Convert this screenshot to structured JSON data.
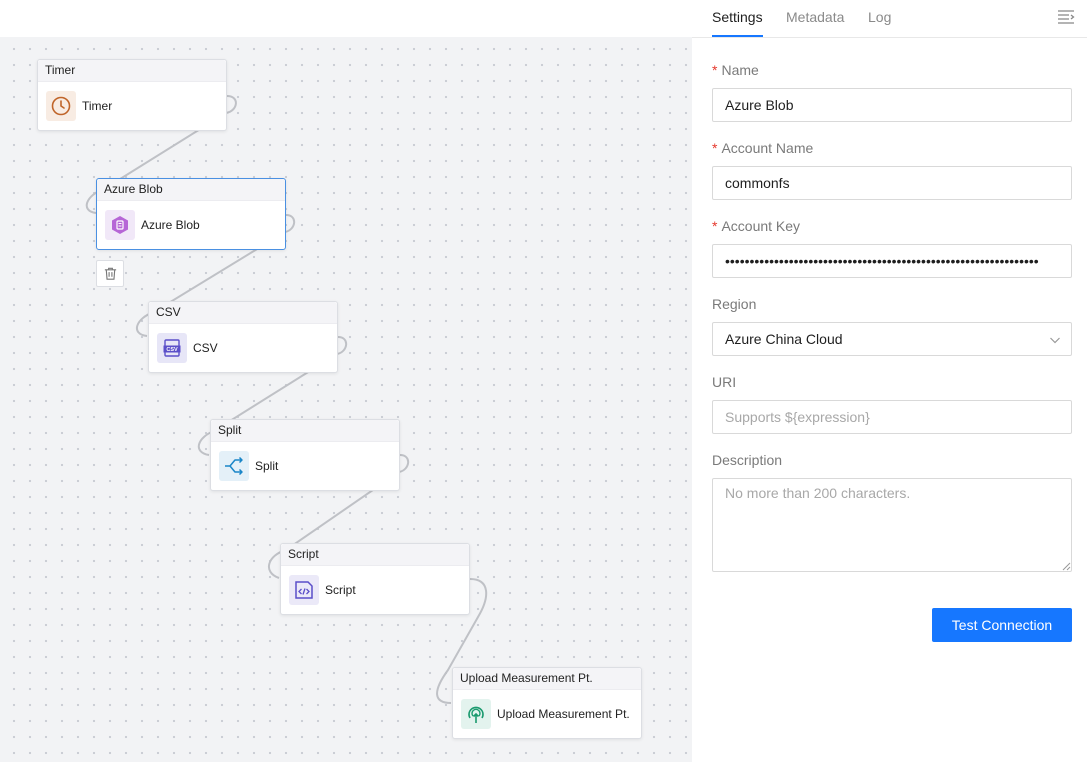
{
  "flow": {
    "nodes": [
      {
        "title": "Timer",
        "label": "Timer",
        "icon": "clock-icon"
      },
      {
        "title": "Azure Blob",
        "label": "Azure Blob",
        "icon": "azure-blob-icon"
      },
      {
        "title": "CSV",
        "label": "CSV",
        "icon": "csv-icon"
      },
      {
        "title": "Split",
        "label": "Split",
        "icon": "split-icon"
      },
      {
        "title": "Script",
        "label": "Script",
        "icon": "script-icon"
      },
      {
        "title": "Upload Measurement Pt.",
        "label": "Upload Measurement Pt.",
        "icon": "upload-measurement-icon"
      }
    ],
    "selected_node": "Azure Blob"
  },
  "panel": {
    "tabs": [
      "Settings",
      "Metadata",
      "Log"
    ],
    "active_tab": "Settings",
    "form": {
      "name_label": "Name",
      "name_value": "Azure Blob",
      "account_name_label": "Account Name",
      "account_name_value": "commonfs",
      "account_key_label": "Account Key",
      "account_key_value": "••••••••••••••••••••••••••••••••••••••••••••••••••••••••••••••••",
      "region_label": "Region",
      "region_value": "Azure China Cloud",
      "uri_label": "URI",
      "uri_placeholder": "Supports ${expression}",
      "description_label": "Description",
      "description_placeholder": "No more than 200 characters.",
      "required_mark": "*"
    },
    "test_button": "Test Connection"
  },
  "colors": {
    "accent": "#1677ff",
    "required": "#e5382d",
    "selected_border": "#4a90e2"
  }
}
